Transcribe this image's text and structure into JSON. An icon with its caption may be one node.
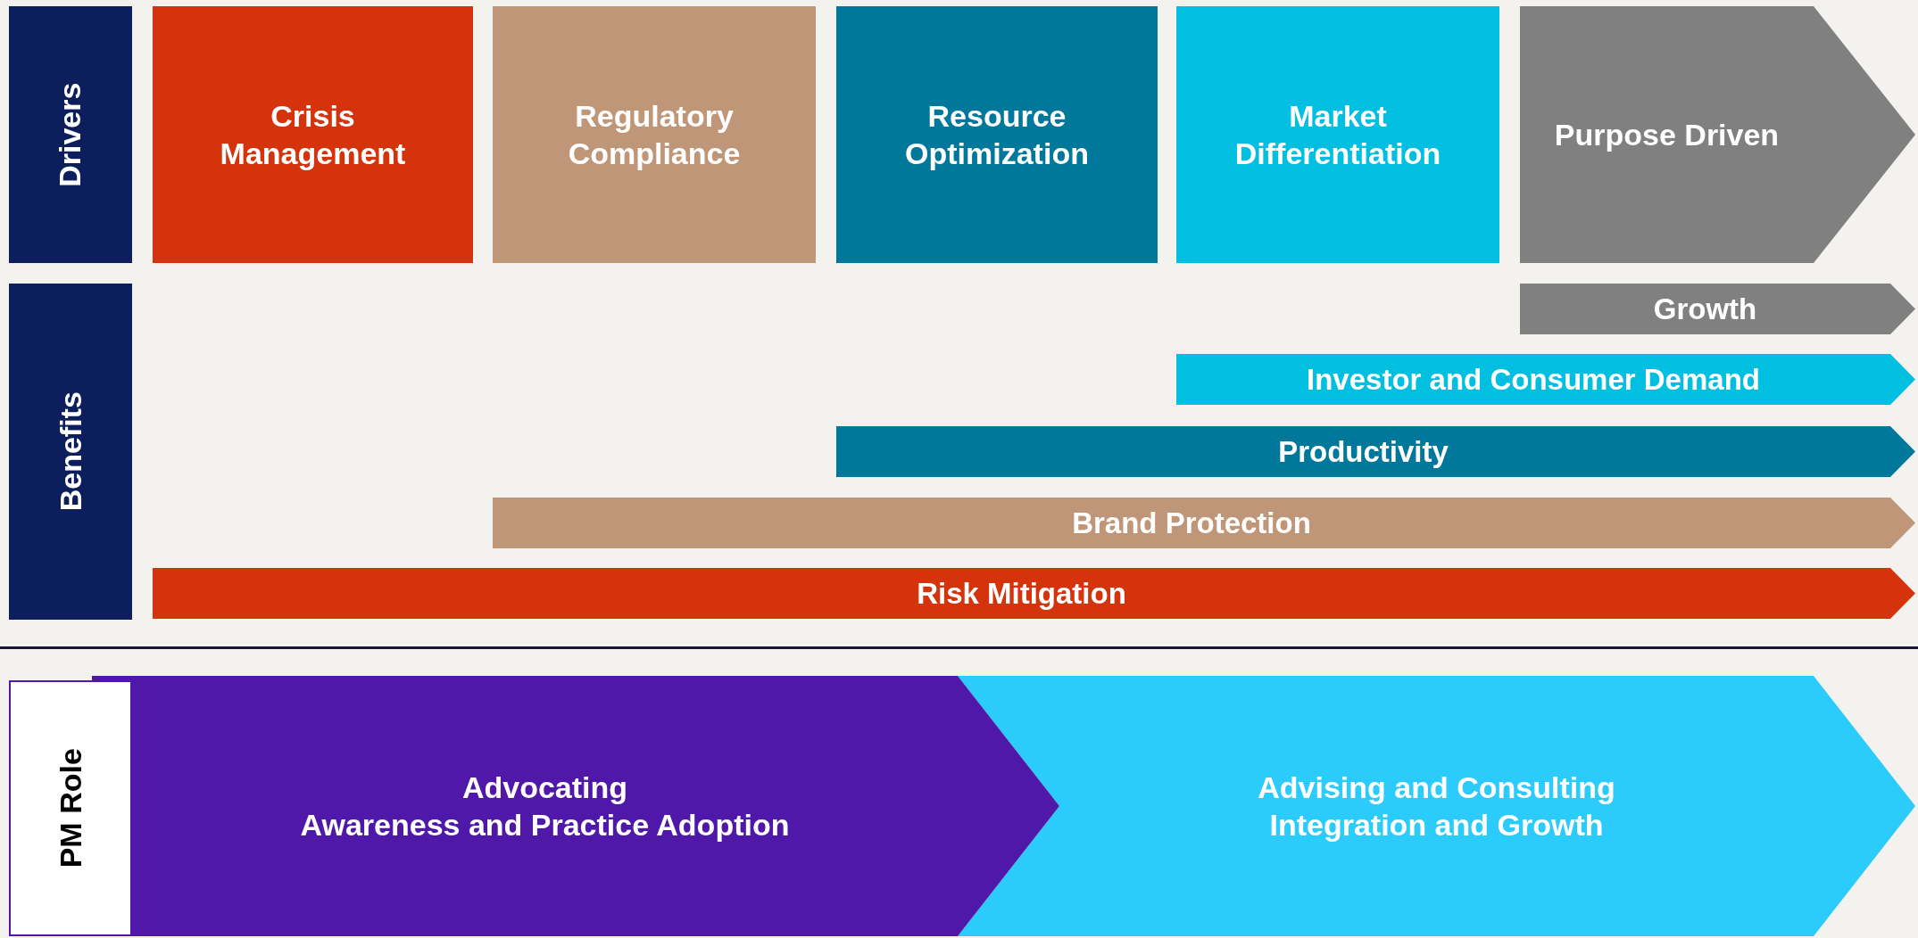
{
  "diagram": {
    "nodes": [
      {
        "text": [
          "Drivers"
        ]
      },
      {
        "text": [
          "Crisis Management"
        ]
      },
      {
        "text": [
          "Regulatory Compliance"
        ]
      },
      {
        "text": [
          "Resource Optimization"
        ]
      },
      {
        "text": [
          "Market Differentiation"
        ]
      },
      {
        "text": [
          "Purpose Driven"
        ]
      },
      {
        "text": [
          "Benefits"
        ]
      },
      {
        "text": [
          "Growth"
        ]
      },
      {
        "text": [
          "Investor and Consumer Demand"
        ]
      },
      {
        "text": [
          "Productivity"
        ]
      },
      {
        "text": [
          "Brand Protection"
        ]
      },
      {
        "text": [
          "Risk Mitigation"
        ]
      },
      {
        "text": [
          "PM Role"
        ]
      },
      {
        "text": [
          "Advocating",
          "Awareness and Practice Adoption"
        ]
      },
      {
        "text": [
          "Advising and Consulting",
          "Integration and Growth"
        ]
      }
    ]
  }
}
